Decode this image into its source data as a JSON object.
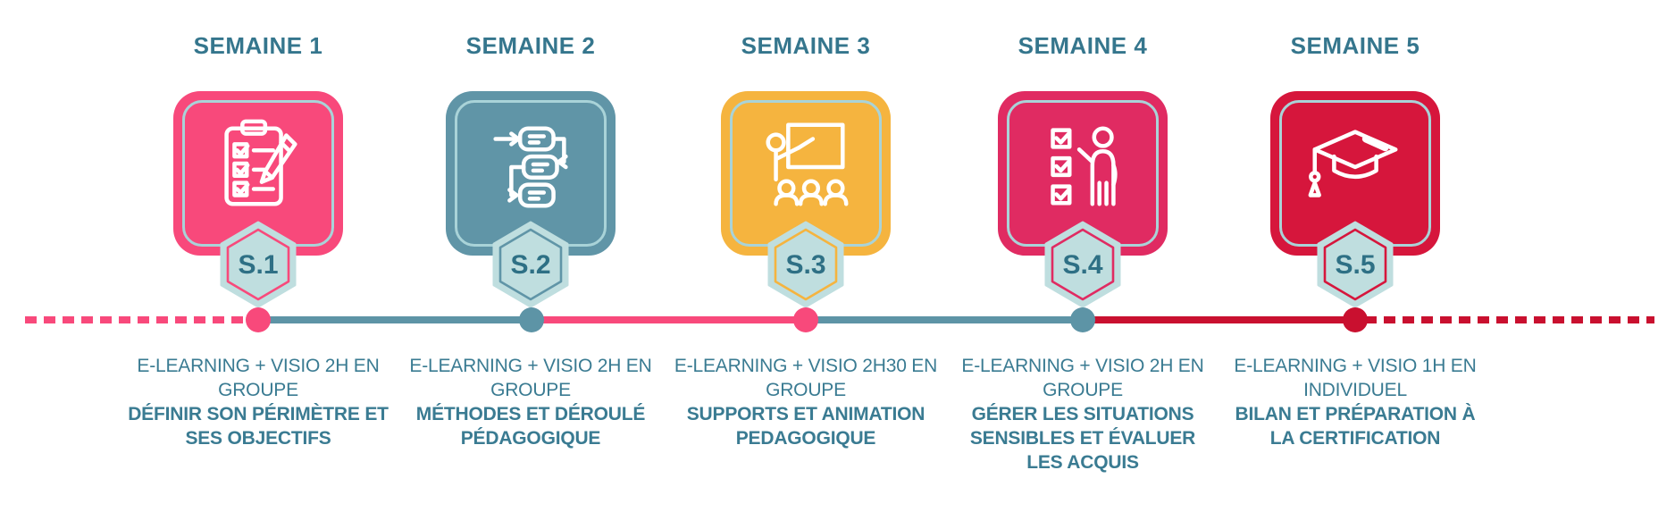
{
  "page": {
    "background": "#FFFFFF",
    "type": "training-program-timeline-infographic"
  },
  "theme": {
    "title_color": "#35768D",
    "text_color": "#3A7B92",
    "badge_fill": "#BFDEDF",
    "badge_text_color": "#2E7085",
    "card_inner_border": "#A9D3D8",
    "icon_color": "#FFFFFF"
  },
  "weeks": [
    {
      "title": "SEMAINE 1",
      "badge": "S.1",
      "icon": "clipboard-checklist-pencil-icon",
      "color": "#F8497B",
      "desc_regular": "E-LEARNING + VISIO 2H EN GROUPE",
      "desc_bold": "DÉFINIR SON PÉRIMÈTRE ET SES OBJECTIFS"
    },
    {
      "title": "SEMAINE 2",
      "badge": "S.2",
      "icon": "process-flow-icon",
      "color": "#6095A7",
      "desc_regular": "E-LEARNING + VISIO 2H EN GROUPE",
      "desc_bold": "MÉTHODES ET DÉROULÉ PÉDAGOGIQUE"
    },
    {
      "title": "SEMAINE 3",
      "badge": "S.3",
      "icon": "classroom-presentation-icon",
      "color": "#F5B43F",
      "desc_regular": "E-LEARNING + VISIO 2H30 EN GROUPE",
      "desc_bold": "SUPPORTS ET ANIMATION PEDAGOGIQUE"
    },
    {
      "title": "SEMAINE 4",
      "badge": "S.4",
      "icon": "checklist-person-icon",
      "color": "#E02B62",
      "desc_regular": "E-LEARNING + VISIO 2H EN GROUPE",
      "desc_bold": "GÉRER LES SITUATIONS SENSIBLES ET ÉVALUER LES ACQUIS"
    },
    {
      "title": "SEMAINE 5",
      "badge": "S.5",
      "icon": "graduation-cap-icon",
      "color": "#D6163C",
      "desc_regular": "E-LEARNING + VISIO 1H EN INDIVIDUEL",
      "desc_bold": "BILAN ET PRÉPARATION À LA CERTIFICATION"
    }
  ],
  "timeline": {
    "segments": [
      {
        "style": "dashed",
        "color": "#F8497B"
      },
      {
        "style": "solid",
        "color": "#5D94A6"
      },
      {
        "style": "solid",
        "color": "#F8497B"
      },
      {
        "style": "solid",
        "color": "#5D94A6"
      },
      {
        "style": "solid",
        "color": "#C9102F"
      },
      {
        "style": "dashed",
        "color": "#C9102F"
      }
    ],
    "dots": [
      {
        "color": "#F8497B"
      },
      {
        "color": "#5D94A6"
      },
      {
        "color": "#F8497B"
      },
      {
        "color": "#5D94A6"
      },
      {
        "color": "#C9102F"
      }
    ]
  }
}
